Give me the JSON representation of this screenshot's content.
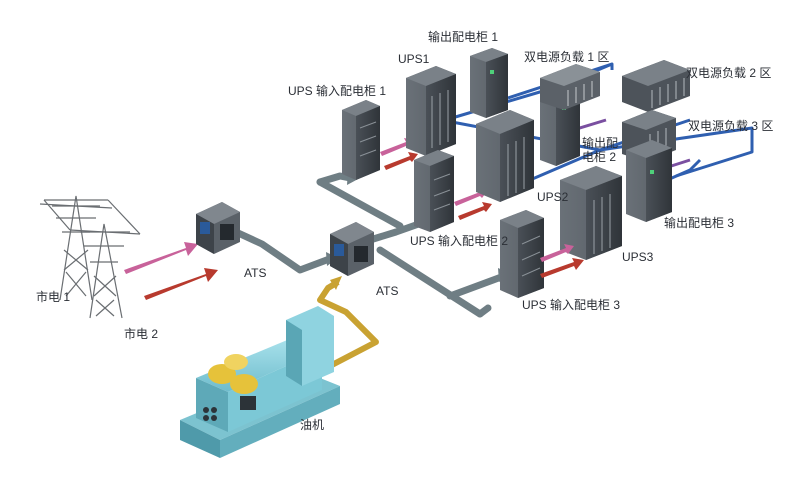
{
  "labels": {
    "grid_power_1": "市电 1",
    "grid_power_2": "市电 2",
    "ats_1": "ATS",
    "ats_2": "ATS",
    "generator": "油机",
    "ups_input_cabinet_1": "UPS 输入配电柜 1",
    "ups_input_cabinet_2": "UPS 输入配电柜 2",
    "ups_input_cabinet_3": "UPS 输入配电柜 3",
    "ups_1": "UPS1",
    "ups_2": "UPS2",
    "ups_3": "UPS3",
    "output_cabinet_1": "输出配电柜 1",
    "output_cabinet_2": "输出配\n电柜 2",
    "output_cabinet_3": "输出配电柜 3",
    "dual_power_zone_1": "双电源负载 1 区",
    "dual_power_zone_2": "双电源负载 2 区",
    "dual_power_zone_3": "双电源负载 3 区"
  },
  "colors": {
    "cable_gray": "#6f7e84",
    "cable_blue": "#2f5fb0",
    "cable_yellow": "#c9a232",
    "arrow_pink": "#c8629a",
    "arrow_red": "#b83a2e",
    "cabinet_dark": "#3a3f45",
    "cabinet_light": "#5e646b",
    "generator_cyan": "#8fd3e0",
    "generator_yellow": "#e6c23a"
  }
}
